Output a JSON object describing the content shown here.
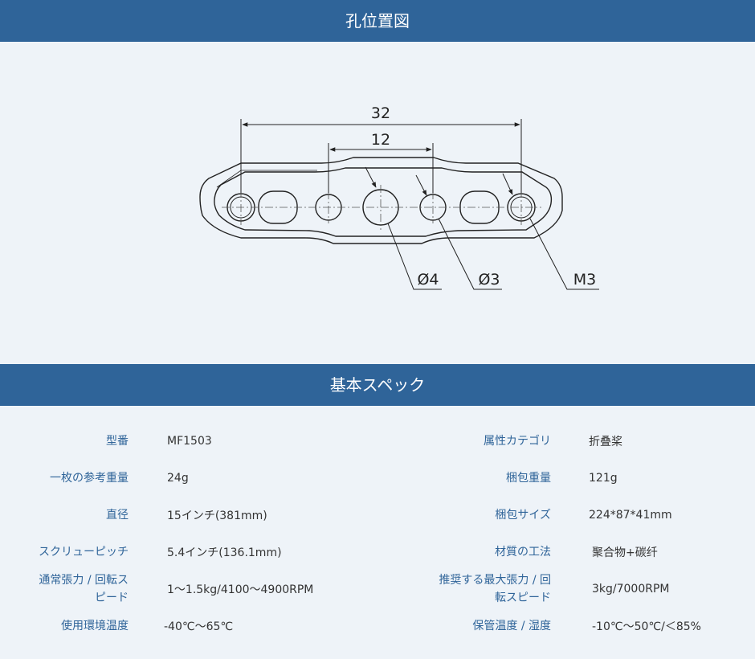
{
  "section_hole": {
    "title": "孔位置図"
  },
  "diagram": {
    "dim_outer": "32",
    "dim_inner": "12",
    "callout_large": "Ø4",
    "callout_medium": "Ø3",
    "callout_thread": "M3"
  },
  "section_specs": {
    "title": "基本スペック"
  },
  "specs": {
    "rows": [
      {
        "left_label": "型番",
        "left_value": "MF1503",
        "right_label": "属性カテゴリ",
        "right_value": "折叠桨"
      },
      {
        "left_label": "一枚の参考重量",
        "left_value": "24g",
        "right_label": "梱包重量",
        "right_value": "121g"
      },
      {
        "left_label": "直径",
        "left_value": "15インチ(381mm)",
        "right_label": "梱包サイズ",
        "right_value": "224*87*41mm"
      },
      {
        "left_label": "スクリューピッチ",
        "left_value": "5.4インチ(136.1mm)",
        "right_label": "材質の工法",
        "right_value": "聚合物+碳纤"
      },
      {
        "left_label": "通常張力 / 回転スピード",
        "left_value": "1～1.5kg/4100～4900RPM",
        "right_label": "推奨する最大張力 / 回転スピード",
        "right_value": "3kg/7000RPM"
      },
      {
        "left_label": "使用環境温度",
        "left_value": "-40℃～65℃",
        "right_label": "保管温度 / 湿度",
        "right_value": "-10℃～50℃/＜85%"
      }
    ]
  }
}
